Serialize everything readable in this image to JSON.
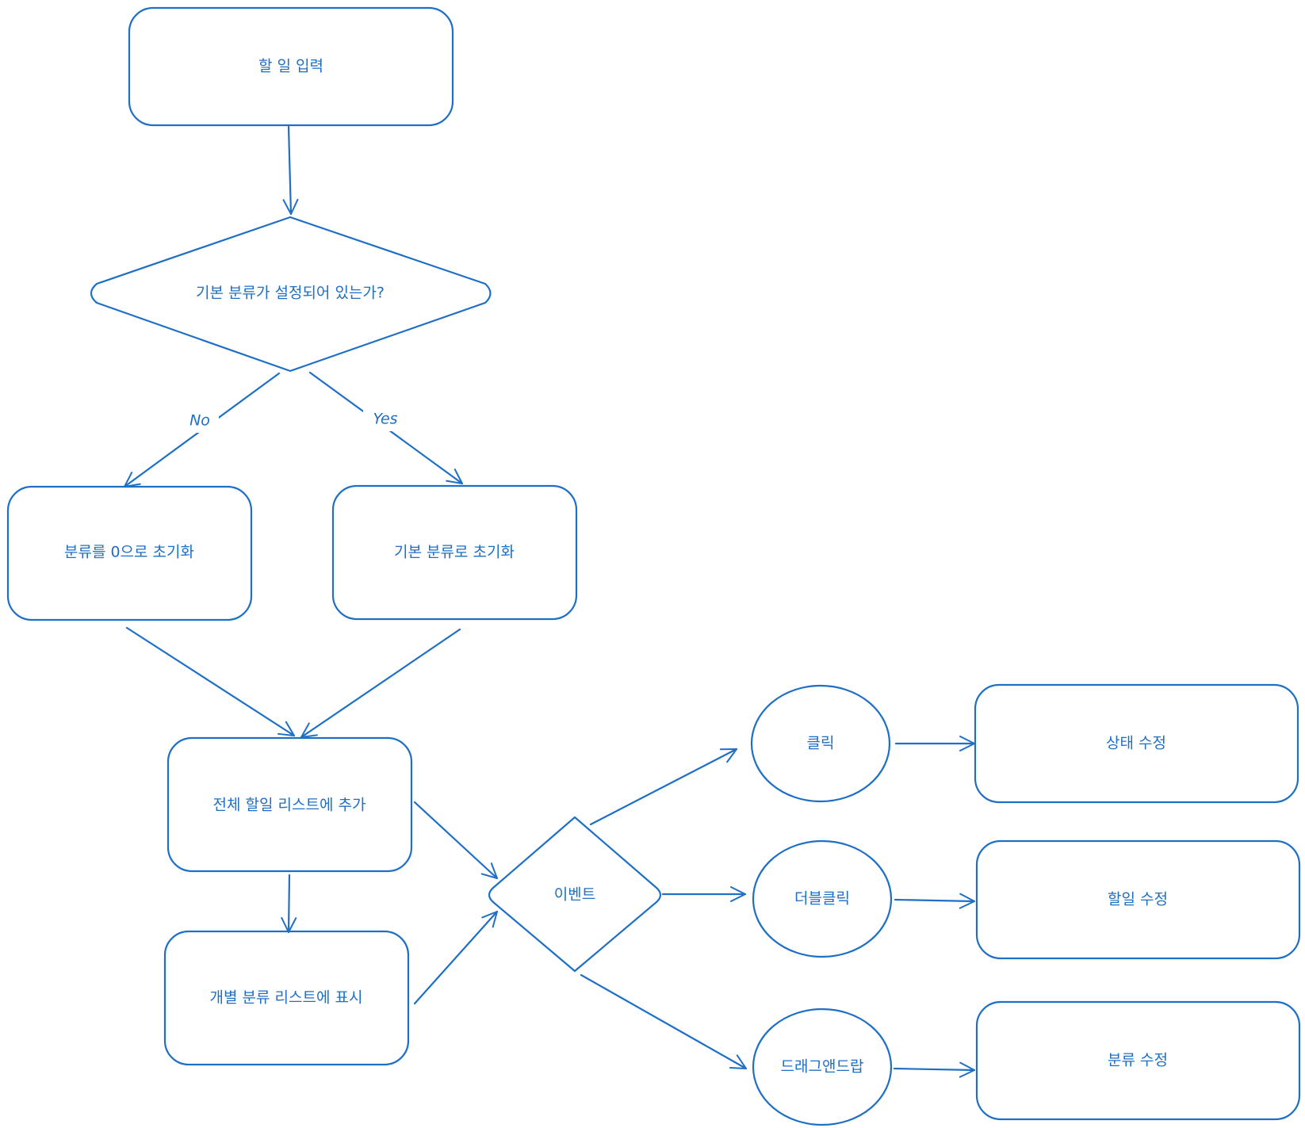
{
  "diagram": {
    "stroke_color": "#1e6fc6",
    "nodes": {
      "input": "할 일 입력",
      "decision": "기본 분류가 설정되어 있는가?",
      "init_zero": "분류를 0으로 초기화",
      "init_default": "기본 분류로 초기화",
      "add_all": "전체 할일 리스트에 추가",
      "show_category": "개별 분류 리스트에 표시",
      "event": "이벤트",
      "click": "클릭",
      "double_click": "더블클릭",
      "drag_drop": "드래그앤드랍",
      "edit_status": "상태 수정",
      "edit_todo": "할일 수정",
      "edit_category": "분류 수정"
    },
    "edges": {
      "no": "No",
      "yes": "Yes"
    }
  }
}
